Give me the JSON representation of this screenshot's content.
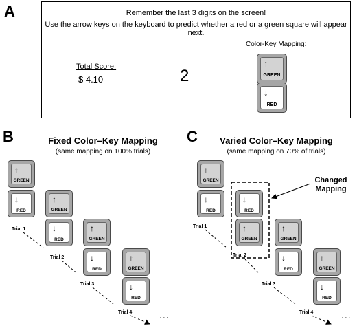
{
  "panel_letters": {
    "a": "A",
    "b": "B",
    "c": "C"
  },
  "screen": {
    "line1": "Remember the last 3 digits on the screen!",
    "line2": "Use the arrow keys on the keyboard to predict whether a red or a green square will appear next.",
    "score_label": "Total Score:",
    "score_value": "$ 4.10",
    "digit": "2",
    "mapping_label": "Color-Key Mapping:"
  },
  "keys": {
    "green_label": "GREEN",
    "red_label": "RED",
    "up_arrow": "↑",
    "down_arrow": "↓"
  },
  "fixed": {
    "title": "Fixed Color–Key Mapping",
    "subtitle": "(same mapping on 100% trials)",
    "trials": [
      "Trial 1",
      "Trial 2",
      "Trial 3",
      "Trial 4"
    ]
  },
  "varied": {
    "title": "Varied Color–Key Mapping",
    "subtitle": "(same mapping on 70% of trials)",
    "trials": [
      "Trial 1",
      "Trial 2",
      "Trial 3",
      "Trial 4"
    ],
    "changed_line1": "Changed",
    "changed_line2": "Mapping"
  },
  "ellipsis": "..."
}
